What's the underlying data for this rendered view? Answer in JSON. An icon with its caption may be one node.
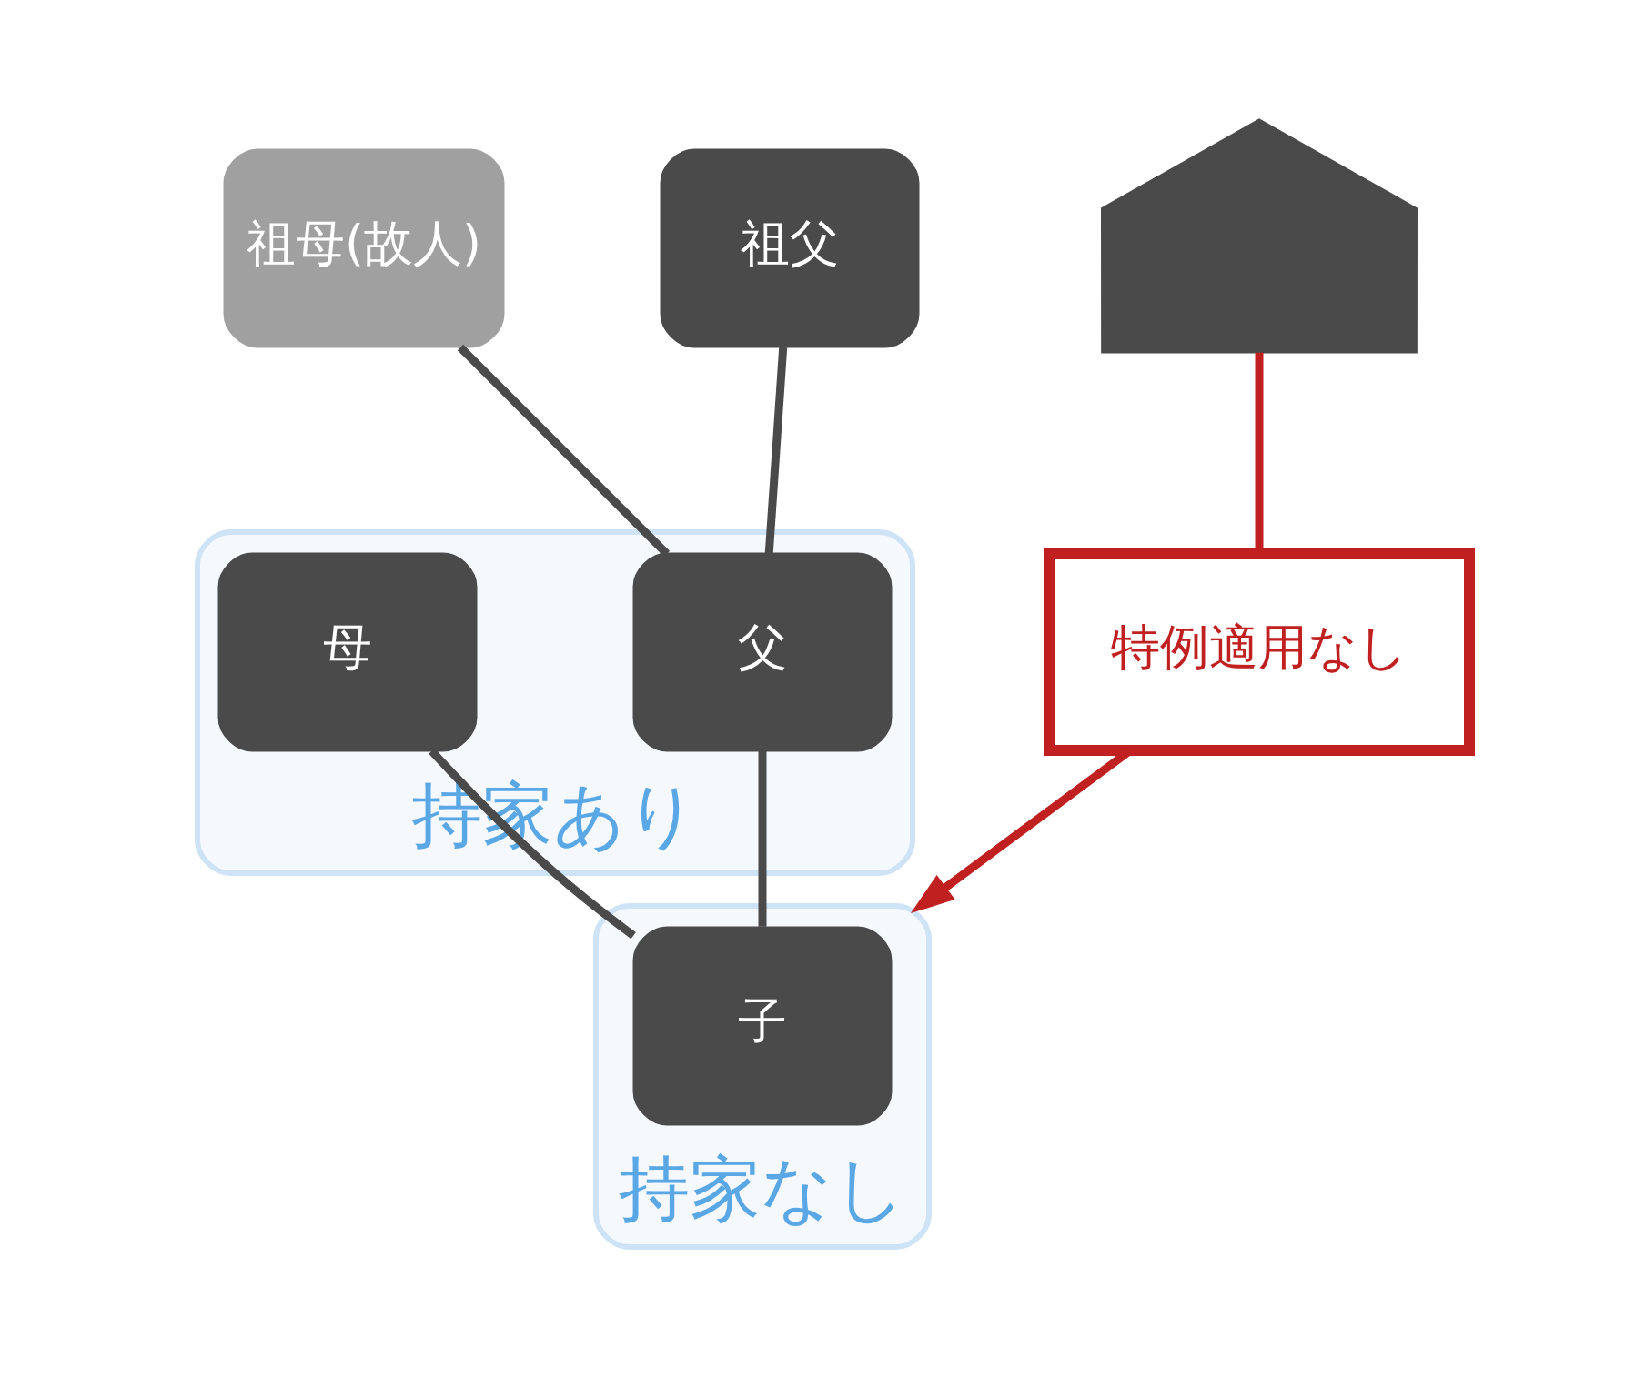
{
  "diagram": {
    "nodes": [
      {
        "text": [
          "祖母(故人)"
        ]
      },
      {
        "text": [
          "祖父"
        ]
      },
      {
        "text": [],
        "shape": "house"
      },
      {
        "text": [
          "持家あり"
        ]
      },
      {
        "text": [
          "母"
        ],
        "in": 3
      },
      {
        "text": [
          "父"
        ],
        "in": 3
      },
      {
        "text": [
          "持家なし"
        ]
      },
      {
        "text": [
          "子"
        ],
        "in": 6
      },
      {
        "text": [
          "特例適用なし"
        ]
      }
    ],
    "edges": [
      {
        "from": 0,
        "to": 5,
        "arrow": "none"
      },
      {
        "from": 1,
        "to": 5,
        "arrow": "none"
      },
      {
        "from": 4,
        "to": 7,
        "arrow": "none"
      },
      {
        "from": 5,
        "to": 7,
        "arrow": "none"
      },
      {
        "from": 2,
        "to": 8,
        "arrow": "none",
        "color": "#c0201f"
      },
      {
        "from": 8,
        "to": 6,
        "arrow": "to",
        "color": "#c0201f"
      }
    ]
  }
}
